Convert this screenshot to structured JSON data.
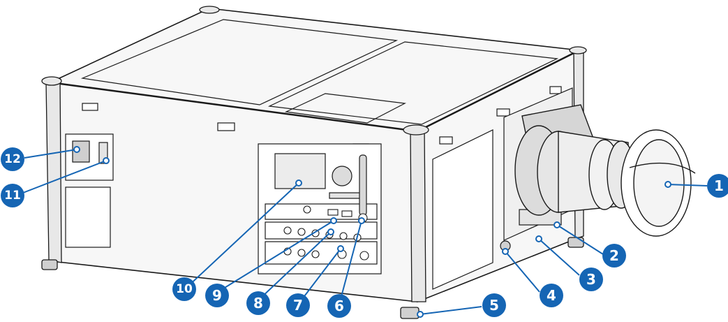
{
  "colors": {
    "callout_fill": "#1565b4",
    "callout_text": "#ffffff",
    "body_outline": "#1a1a1a",
    "body_fill": "#f7f7f7"
  },
  "callouts": [
    {
      "id": 1,
      "label": "1"
    },
    {
      "id": 2,
      "label": "2"
    },
    {
      "id": 3,
      "label": "3"
    },
    {
      "id": 4,
      "label": "4"
    },
    {
      "id": 5,
      "label": "5"
    },
    {
      "id": 6,
      "label": "6"
    },
    {
      "id": 7,
      "label": "7"
    },
    {
      "id": 8,
      "label": "8"
    },
    {
      "id": 9,
      "label": "9"
    },
    {
      "id": 10,
      "label": "10"
    },
    {
      "id": 11,
      "label": "11"
    },
    {
      "id": 12,
      "label": "12"
    }
  ]
}
